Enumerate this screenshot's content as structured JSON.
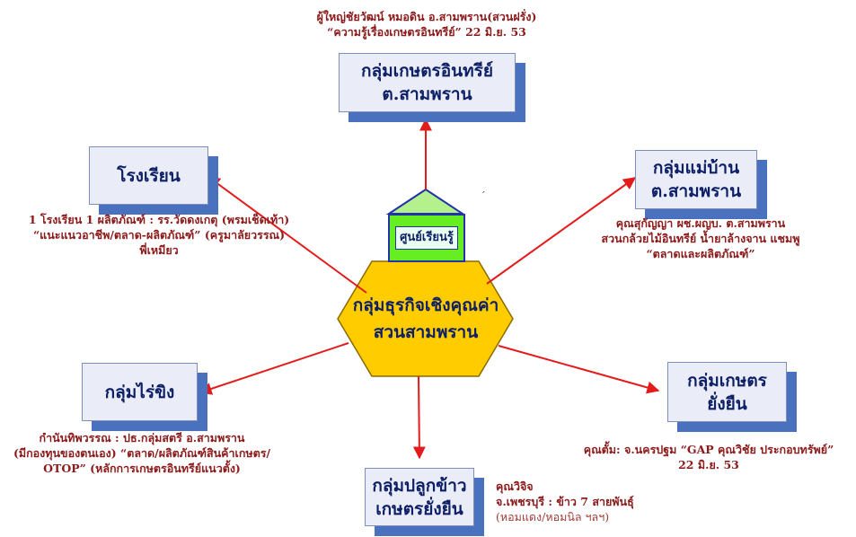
{
  "center": {
    "line1": "กลุ่มธุรกิจเชิงคุณค่า",
    "line2": "สวนสามพราน",
    "tag": "ศูนย์เรียนรู้"
  },
  "nodes": {
    "organic": {
      "line1": "กลุ่มเกษตรอินทรีย์",
      "line2": "ต.สามพราน"
    },
    "school": {
      "line1": "โรงเรียน"
    },
    "housewife": {
      "line1": "กลุ่มแม่บ้าน",
      "line2": "ต.สามพราน"
    },
    "ginger": {
      "line1": "กลุ่มไร่ขิง"
    },
    "sustainable": {
      "line1": "กลุ่มเกษตร",
      "line2": "ยั่งยืน"
    },
    "rice": {
      "line1": "กลุ่มปลูกข้าว",
      "line2": "เกษตรยั่งยืน"
    }
  },
  "notes": {
    "organic": [
      "ผู้ใหญ่ชัยวัฒน์ หมอดิน อ.สามพราน(สวนฝรั่ง)",
      "“ความรู้เรื่องเกษตรอินทรีย์” 22 มิ.ย. 53"
    ],
    "school": [
      "1 โรงเรียน 1 ผลิตภัณฑ์ : รร.วัดดงเกตุ (พรมเช็ดเท้า)",
      "“แนะแนวอาชีพ/ตลาด-ผลิตภัณฑ์” (ครูมาลัยวรรณ)",
      "พี่เหมียว"
    ],
    "housewife": [
      "คุณสุกัญญา ผช.ผญบ. ต.สามพราน",
      "สวนกล้วยไม้อินทรีย์ น้ำยาล้างจาน แชมพู",
      "“ตลาดและผลิตภัณฑ์”"
    ],
    "ginger": [
      "กำนันทิพวรรณ : ปธ.กลุ่มสตรี อ.สามพราน",
      "(มีกองทุนของตนเอง) “ตลาด/ผลิตภัณฑ์สินค้าเกษตร/",
      "OTOP” (หลักการเกษตรอินทรีย์แนวตั้ง)"
    ],
    "sustainable": [
      "คุณตั้ม:  จ.นครปฐม “GAP คุณวิชัย ประกอบทรัพย์”",
      "22 มิ.ย. 53"
    ],
    "rice": [
      "คุณวิจิจ",
      "จ.เพชรบุรี : ข้าว 7 สายพันธุ์",
      "(หอมแดง/หอมนิล ฯลฯ)"
    ]
  },
  "colors": {
    "arrow": "#e41b1b",
    "hexagon": "#ffcc00",
    "box_fill": "#eaedf7",
    "box_shadow": "#4a71bd",
    "note_text": "#8b1a1a",
    "title_text": "#0d1f66",
    "tag_fill": "#66ee22"
  }
}
